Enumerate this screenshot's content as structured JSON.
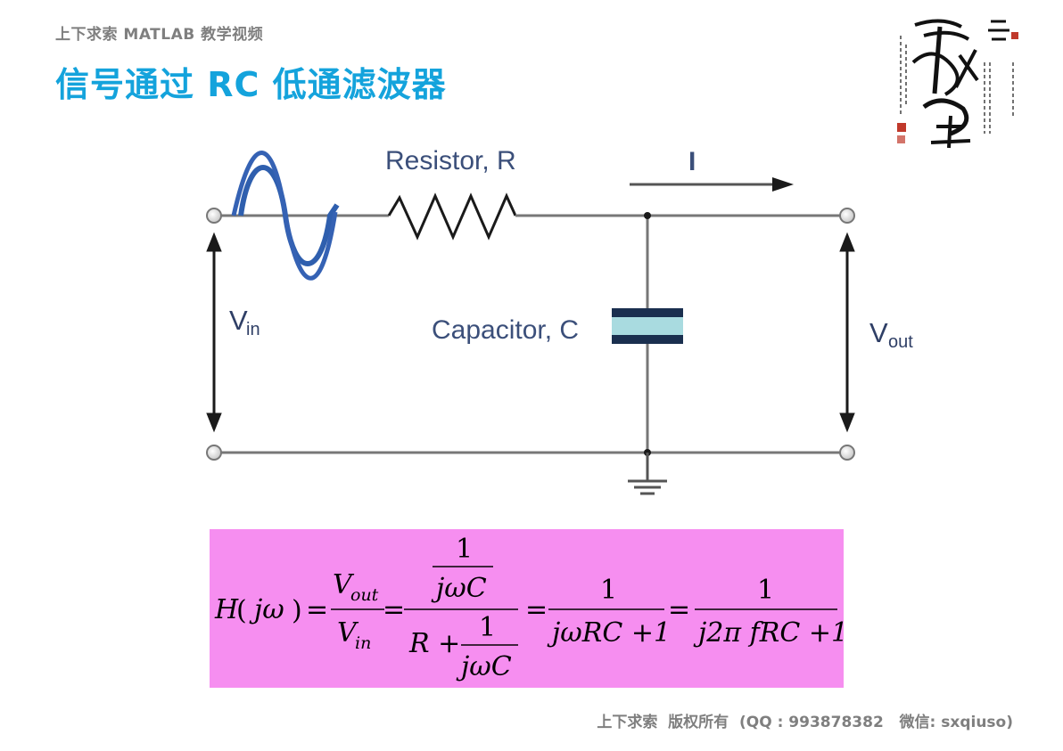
{
  "header": {
    "series_title": "上下求索 MATLAB 教学视频",
    "slide_title": "信号通过 RC 低通滤波器"
  },
  "logo": {
    "glyph_top": "三",
    "glyph_main": "求",
    "glyph_bottom": "索"
  },
  "diagram": {
    "resistor_label": "Resistor, R",
    "capacitor_label": "Capacitor, C",
    "current_label": "I",
    "vin_main": "V",
    "vin_sub": "in",
    "vout_main": "V",
    "vout_sub": "out"
  },
  "formula": {
    "lhs_H": "H",
    "lhs_arg": "jω",
    "eq": "=",
    "v": "V",
    "sub_out": "out",
    "sub_in": "in",
    "one": "1",
    "jwC": "jωC",
    "R_plus": "R +",
    "den2": "jωRC +1",
    "den3": "j2π fRC +1"
  },
  "footer": {
    "text": "上下求索  版权所有  (QQ : 993878382   微信: sxqiuso)"
  },
  "colors": {
    "title_blue": "#14a3dc",
    "gray_text": "#7f7f7f",
    "formula_bg": "#f68ef0",
    "sine_blue": "#2f5fae",
    "capacitor_fill": "#a9dbe0"
  }
}
